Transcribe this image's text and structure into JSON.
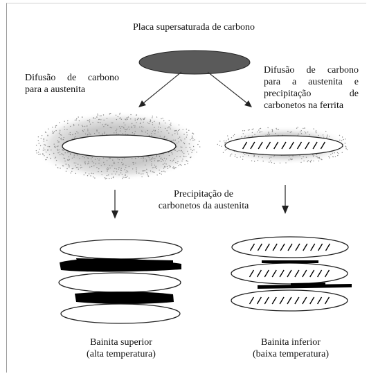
{
  "title": "Placa supersaturada de carbono",
  "left_diffusion": {
    "line1_words": [
      "Difusão",
      "de",
      "carbono"
    ],
    "line2": "para a austenita"
  },
  "right_diffusion": {
    "line1_words": [
      "Difusão",
      "de",
      "carbono"
    ],
    "line2_words": [
      "para",
      "a",
      "austenita",
      "e"
    ],
    "line3_words": [
      "precipitação",
      "de"
    ],
    "line4": "carbonetos na ferrita"
  },
  "precipitation": {
    "line1": "Precipitação de",
    "line2": "carbonetos da austenita"
  },
  "upper_bainite": {
    "name": "Bainita superior",
    "condition": "(alta temperatura)"
  },
  "lower_bainite": {
    "name": "Bainita inferior",
    "condition": "(baixa temperatura)"
  },
  "colors": {
    "plate_fill": "#5a5a5a",
    "carbide": "#000000",
    "stipple": "#8a8a8a",
    "outline": "#333333"
  }
}
